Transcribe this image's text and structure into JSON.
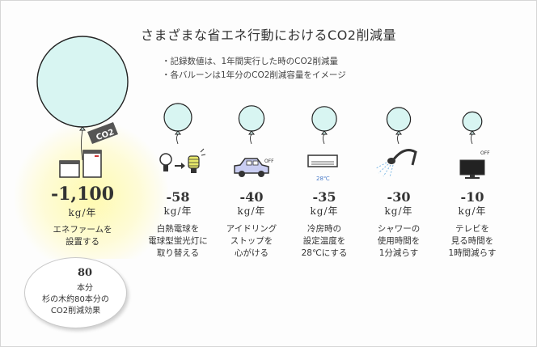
{
  "title": "さまざまな省エネ行動におけるCO2削減量",
  "notes": [
    "・記録数値は、1年間実行した時のCO2削減量",
    "・各バルーンは1年分のCO2削減容量をイメージ"
  ],
  "balloon_tag": "CO2",
  "unit": "kg/年",
  "colors": {
    "balloon_fill": "#d8f5f2",
    "balloon_edge": "#222222",
    "highlight": "#fff7a8",
    "tree": "#b5d46a"
  },
  "chart_data": {
    "type": "bubble",
    "title": "さまざまな省エネ行動におけるCO2削減量",
    "unit": "kg/年",
    "items": [
      {
        "value": -1100,
        "label": "-1,100",
        "desc": [
          "エネファームを",
          "設置する"
        ],
        "icon": "enefarm-units-icon"
      },
      {
        "value": -58,
        "label": "-58",
        "desc": [
          "白熱電球を",
          "電球型蛍光灯に",
          "取り替える"
        ],
        "icon": "bulb-swap-icon"
      },
      {
        "value": -40,
        "label": "-40",
        "desc": [
          "アイドリング",
          "ストップを",
          "心がける"
        ],
        "icon": "car-off-icon"
      },
      {
        "value": -35,
        "label": "-35",
        "desc": [
          "冷房時の",
          "設定温度を",
          "28℃にする"
        ],
        "icon": "air-conditioner-icon"
      },
      {
        "value": -30,
        "label": "-30",
        "desc": [
          "シャワーの",
          "使用時間を",
          "1分減らす"
        ],
        "icon": "shower-icon"
      },
      {
        "value": -10,
        "label": "-10",
        "desc": [
          "テレビを",
          "見る時間を",
          "1時間減らす"
        ],
        "icon": "tv-off-icon"
      }
    ]
  },
  "tree_equivalent": {
    "count": "80",
    "count_unit": "本分",
    "text": [
      "杉の木約80本分の",
      "CO2削減効果"
    ]
  },
  "icon_text": {
    "off": "OFF",
    "temp": "28℃"
  }
}
